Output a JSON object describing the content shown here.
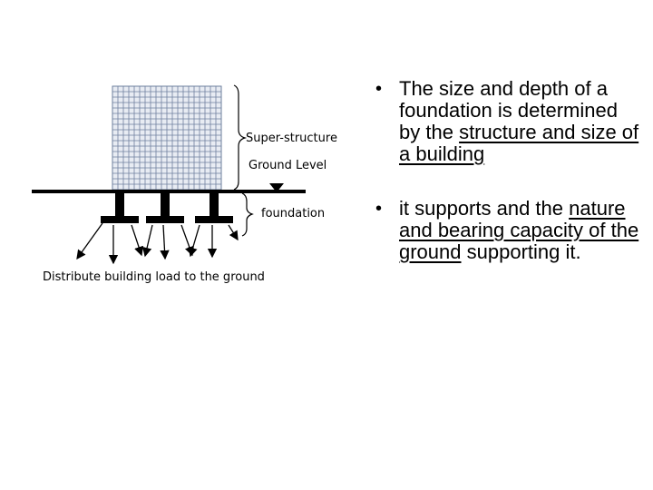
{
  "diagram": {
    "labels": {
      "superstructure": "Super-structure",
      "ground_level": "Ground Level",
      "foundation": "foundation",
      "distribute": "Distribute building load to the ground"
    }
  },
  "bullets": [
    {
      "marker": "•",
      "plain_text": "The size and depth of a foundation is determined by the",
      "underlined_text": "structure and size of a building"
    },
    {
      "marker": "•",
      "plain_text": "it supports and the",
      "underlined_text": "nature and bearing capacity of the ground",
      "end_text": "supporting it."
    }
  ],
  "colors": {
    "grid_line": "#6e7f9e",
    "building_fill": "#e8ecf3",
    "ink": "#000000"
  }
}
